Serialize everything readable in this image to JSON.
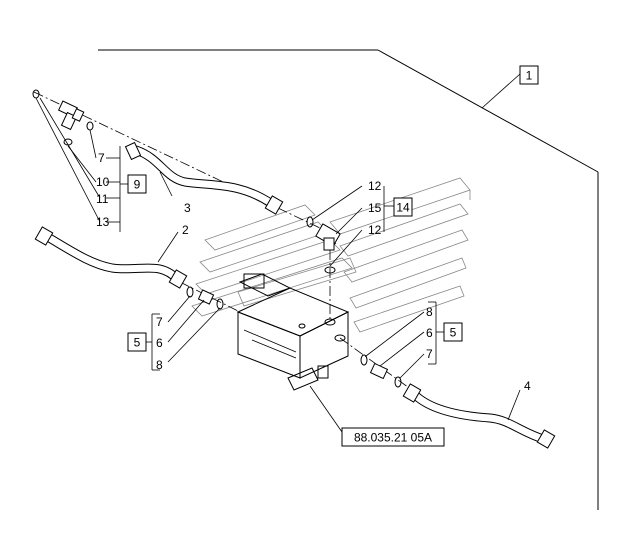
{
  "callouts": {
    "c1": "1",
    "c2": "2",
    "c3": "3",
    "c4": "4",
    "c5a": "5",
    "c5b": "5",
    "c6a": "6",
    "c6b": "6",
    "c7a": "7",
    "c7b": "7",
    "c7c": "7",
    "c8a": "8",
    "c8b": "8",
    "c9": "9",
    "c10": "10",
    "c11": "11",
    "c12a": "12",
    "c12b": "12",
    "c13": "13",
    "c14": "14",
    "c15": "15"
  },
  "reference_label": "88.035.21 05A"
}
